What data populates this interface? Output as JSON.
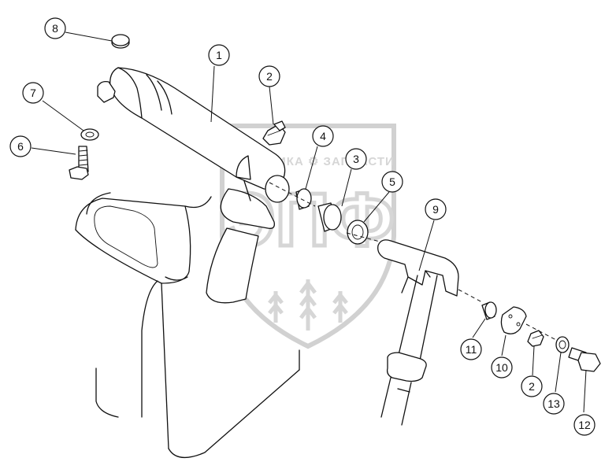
{
  "watermark": {
    "top_text": "ТЕХНИКА ⚙ ЗАПЧАСТИ",
    "logo_text": "ЭПФ"
  },
  "callouts": [
    {
      "id": "c1",
      "label": "1"
    },
    {
      "id": "c2a",
      "label": "2"
    },
    {
      "id": "c3",
      "label": "3"
    },
    {
      "id": "c4",
      "label": "4"
    },
    {
      "id": "c5",
      "label": "5"
    },
    {
      "id": "c6",
      "label": "6"
    },
    {
      "id": "c7",
      "label": "7"
    },
    {
      "id": "c8",
      "label": "8"
    },
    {
      "id": "c9",
      "label": "9"
    },
    {
      "id": "c10",
      "label": "10"
    },
    {
      "id": "c11",
      "label": "11"
    },
    {
      "id": "c2b",
      "label": "2"
    },
    {
      "id": "c12",
      "label": "12"
    },
    {
      "id": "c13",
      "label": "13"
    }
  ]
}
